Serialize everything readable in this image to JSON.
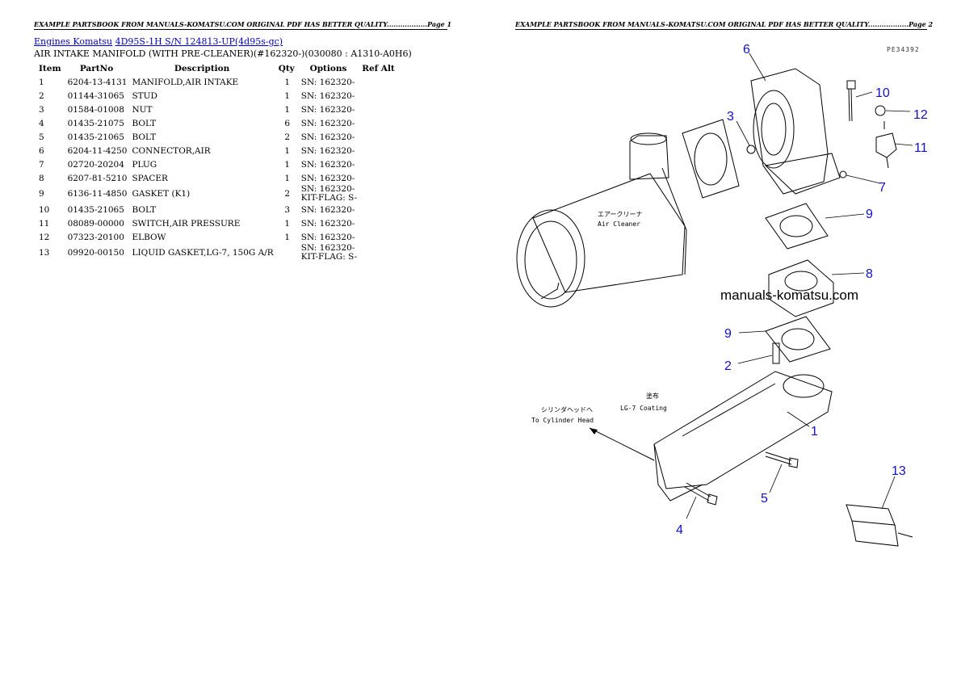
{
  "header": {
    "page1": "EXAMPLE PARTSBOOK FROM MANUALS-KOMATSU.COM ORIGINAL PDF HAS BETTER QUALITY..................Page 1",
    "page2": "EXAMPLE PARTSBOOK FROM MANUALS-KOMATSU.COM ORIGINAL PDF HAS BETTER QUALITY..................Page 2"
  },
  "breadcrumb": {
    "link1": "Engines Komatsu",
    "link2": "4D95S-1H S/N 124813-UP(4d95s-gc)"
  },
  "subtitle": "AIR INTAKE MANIFOLD (WITH PRE-CLEANER)(#162320-)(030080 : A1310-A0H6)",
  "table": {
    "headers": [
      "Item",
      "PartNo",
      "Description",
      "Qty",
      "Options",
      "Ref Alt"
    ],
    "rows": [
      {
        "item": "1",
        "part": "6204-13-4131",
        "desc": "MANIFOLD,AIR INTAKE",
        "qty": "1",
        "opt": "SN: 162320-",
        "opt2": ""
      },
      {
        "item": "2",
        "part": "01144-31065",
        "desc": "STUD",
        "qty": "1",
        "opt": "SN: 162320-",
        "opt2": ""
      },
      {
        "item": "3",
        "part": "01584-01008",
        "desc": "NUT",
        "qty": "1",
        "opt": "SN: 162320-",
        "opt2": ""
      },
      {
        "item": "4",
        "part": "01435-21075",
        "desc": "BOLT",
        "qty": "6",
        "opt": "SN: 162320-",
        "opt2": ""
      },
      {
        "item": "5",
        "part": "01435-21065",
        "desc": "BOLT",
        "qty": "2",
        "opt": "SN: 162320-",
        "opt2": ""
      },
      {
        "item": "6",
        "part": "6204-11-4250",
        "desc": "CONNECTOR,AIR",
        "qty": "1",
        "opt": "SN: 162320-",
        "opt2": ""
      },
      {
        "item": "7",
        "part": "02720-20204",
        "desc": "PLUG",
        "qty": "1",
        "opt": "SN: 162320-",
        "opt2": ""
      },
      {
        "item": "8",
        "part": "6207-81-5210",
        "desc": "SPACER",
        "qty": "1",
        "opt": "SN: 162320-",
        "opt2": ""
      },
      {
        "item": "9",
        "part": "6136-11-4850",
        "desc": "GASKET (K1)",
        "qty": "2",
        "opt": "SN: 162320-",
        "opt2": "KIT-FLAG: S-"
      },
      {
        "item": "10",
        "part": "01435-21065",
        "desc": "BOLT",
        "qty": "3",
        "opt": "SN: 162320-",
        "opt2": ""
      },
      {
        "item": "11",
        "part": "08089-00000",
        "desc": "SWITCH,AIR PRESSURE",
        "qty": "1",
        "opt": "SN: 162320-",
        "opt2": ""
      },
      {
        "item": "12",
        "part": "07323-20100",
        "desc": "ELBOW",
        "qty": "1",
        "opt": "SN: 162320-",
        "opt2": ""
      },
      {
        "item": "13",
        "part": "09920-00150",
        "desc": "LIQUID GASKET,LG-7, 150G A/R",
        "qty": "",
        "opt": "SN: 162320-",
        "opt2": "KIT-FLAG: S-"
      }
    ]
  },
  "diagram": {
    "code": "PE34392",
    "watermark": "manuals-komatsu.com",
    "air_cleaner_jp": "エアークリーナ",
    "air_cleaner": "Air Cleaner",
    "to_head_jp": "シリンダヘッドへ",
    "to_head": "To Cylinder Head",
    "coating_jp": "塗布",
    "coating": "LG-7 Coating",
    "callouts": [
      "6",
      "10",
      "3",
      "12",
      "11",
      "7",
      "9",
      "8",
      "9",
      "2",
      "1",
      "5",
      "4",
      "13"
    ]
  }
}
